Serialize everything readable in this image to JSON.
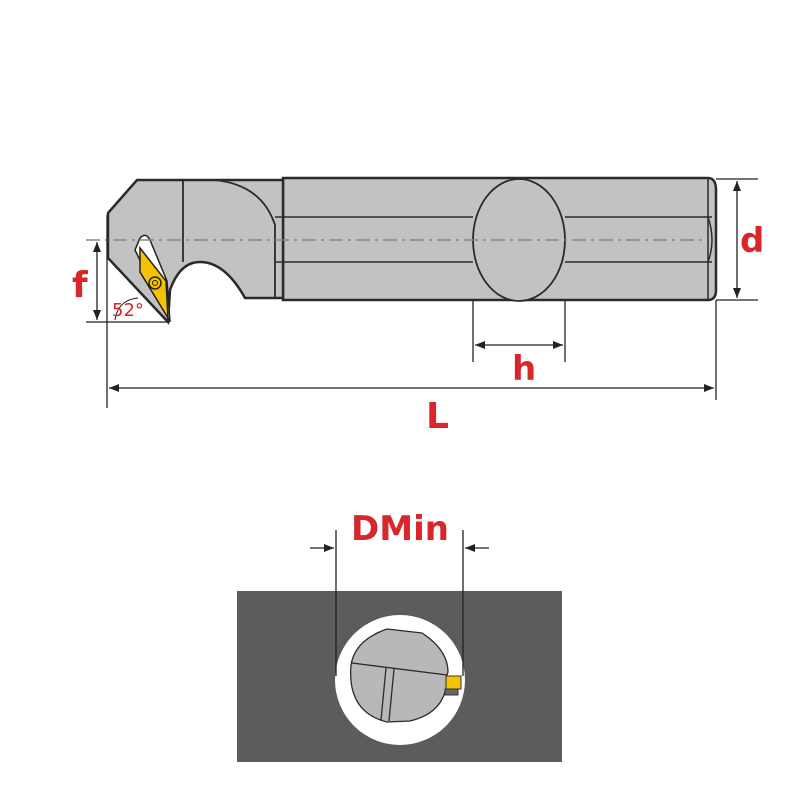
{
  "labels": {
    "d": "d",
    "f": "f",
    "h": "h",
    "L": "L",
    "angle": "52°",
    "dmin": "DMin"
  },
  "colors": {
    "body": "#c2c2c2",
    "outline": "#2a2a2a",
    "dimension_text": "#d9262b",
    "insert": "#f4c200",
    "workpiece": "#5c5c5c"
  }
}
